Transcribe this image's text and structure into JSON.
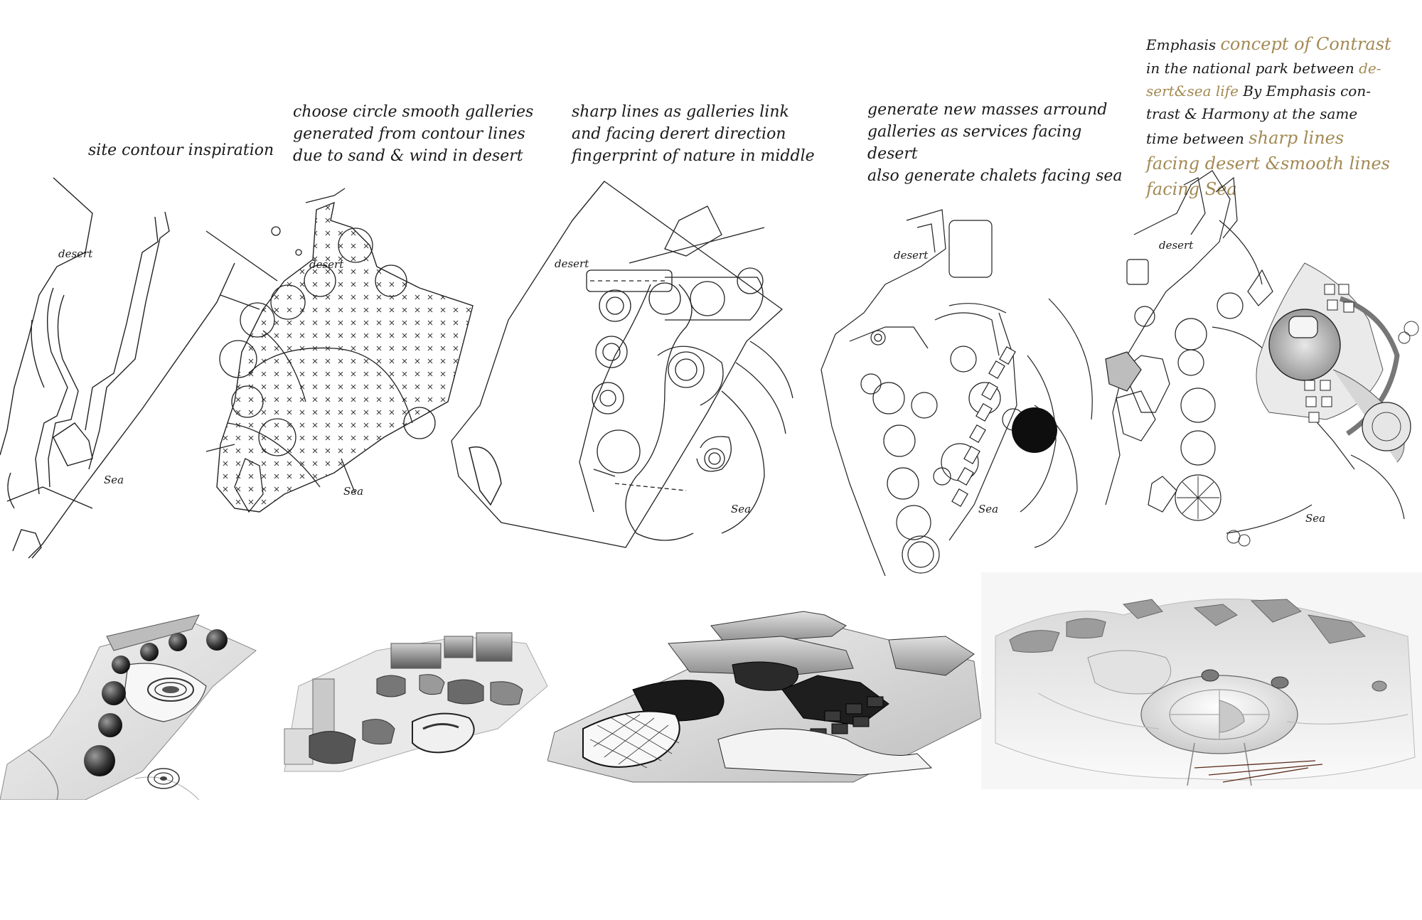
{
  "captions": {
    "step1": [
      "site contour inspiration"
    ],
    "step2": [
      "choose circle smooth galleries",
      "generated from contour lines",
      "due to sand & wind in desert"
    ],
    "step3": [
      "sharp lines as galleries link",
      "and facing derert direction",
      "fingerprint of nature in middle"
    ],
    "step4": [
      "generate  new masses arround",
      "galleries as services facing",
      "desert",
      "also generate chalets facing sea"
    ]
  },
  "emphasis": {
    "line1_a": "Emphasis ",
    "line1_b": "concept of Contrast",
    "line2_a": "in the national park between ",
    "line2_b": "de-",
    "line3_a": "sert&sea life",
    "line3_b": " By Emphasis con-",
    "line4": "trast & Harmony at the same",
    "line5_a": "time between ",
    "line5_b": "sharp lines",
    "line6": "facing desert &smooth lines",
    "line7": "facing Sea"
  },
  "map_labels": {
    "desert": "desert",
    "sea": "Sea"
  },
  "colors": {
    "ink": "#1a1a1a",
    "accent_gold": "#a38a54",
    "background": "#ffffff"
  }
}
